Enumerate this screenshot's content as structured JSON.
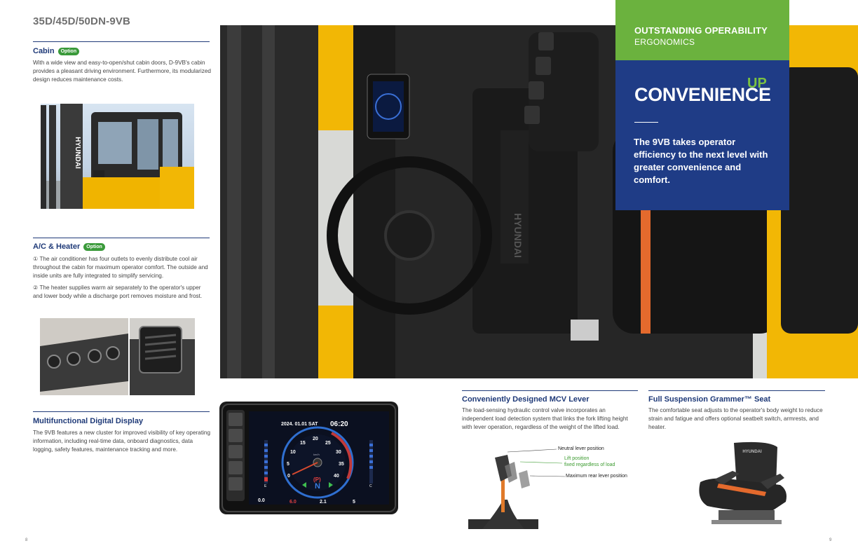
{
  "header": {
    "model": "35D/45D/50DN-9VB"
  },
  "cabin": {
    "title": "Cabin",
    "badge": "Option",
    "text": "With a wide view and easy-to-open/shut cabin doors, D-9VB's cabin provides a pleasant driving environment. Furthermore, its modularized design reduces maintenance costs.",
    "photo_brand": "HYUNDAI"
  },
  "ac": {
    "title": "A/C & Heater",
    "badge": "Option",
    "point1": "① The air conditioner has four outlets to evenly distribute cool air throughout the cabin for maximum operator comfort. The outside and inside units are fully integrated to simplify servicing.",
    "point2": "② The heater supplies warm air separately to the operator's upper and lower body while a discharge port removes moisture and frost."
  },
  "display_section": {
    "title": "Multifunctional Digital Display",
    "text": "The 9VB features a new cluster for improved visibility of key operating information, including real-time data, onboard diagnostics, data logging, safety features, maintenance tracking and more."
  },
  "cluster": {
    "date": "2024. 01.01 SAT",
    "time": "06:20",
    "speed_ticks": [
      "0",
      "5",
      "10",
      "15",
      "20",
      "25",
      "30",
      "35",
      "40"
    ],
    "unit": "km/h",
    "gear_park": "(P)",
    "gear": "N",
    "fuel_low": "E",
    "temp_low": "C",
    "left_value": "6.0",
    "right_value": "2.1",
    "right_small": "5",
    "bottom_left": "0.0"
  },
  "banner": {
    "title": "OUTSTANDING OPERABILITY",
    "subtitle": "ERGONOMICS",
    "headline": "CONVENIENCE",
    "up": "UP",
    "text": "The 9VB takes operator efficiency to the next level with greater convenience and comfort."
  },
  "mcv": {
    "title": "Conveniently Designed MCV Lever",
    "text": "The load-sensing hydraulic control valve incorporates an independent load detection system that links the fork lifting height with lever operation, regardless of the weight of the lifted load.",
    "label_neutral": "Neutral lever position",
    "label_lift1": "Lift position",
    "label_lift2": "fixed regardless of load",
    "label_max": "Maximum rear lever position"
  },
  "seat": {
    "title": "Full Suspension Grammer™ Seat",
    "text": "The comfortable seat adjusts to the operator's body weight to reduce strain and fatigue and offers optional seatbelt switch, armrests, and heater.",
    "brand": "HYUNDAI"
  },
  "main_photo": {
    "brand": "HYUNDAI"
  },
  "pages": {
    "left": "8",
    "right": "9"
  },
  "colors": {
    "navy": "#1f3c86",
    "green": "#6bb23e",
    "yellow": "#f2b705",
    "lift_green": "#3a9a2e"
  }
}
